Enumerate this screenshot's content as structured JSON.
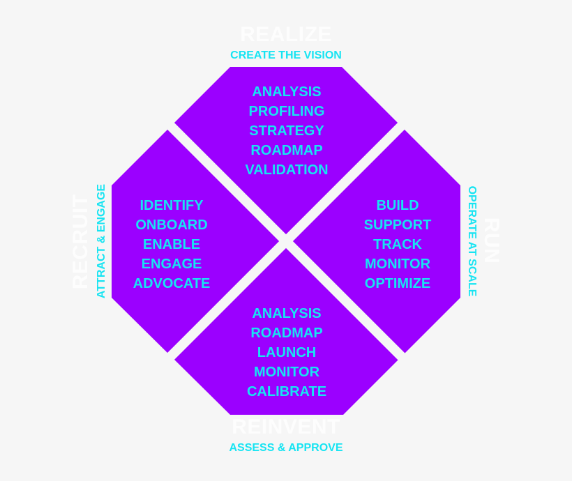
{
  "colors": {
    "background": "#f6f6f6",
    "segment_fill": "#9b00ff",
    "accent_text": "#17e4f2",
    "phase_title": "#fdfdfd"
  },
  "phases": {
    "top": {
      "title": "REALIZE",
      "subtitle": "CREATE THE VISION",
      "items": [
        "ANALYSIS",
        "PROFILING",
        "STRATEGY",
        "ROADMAP",
        "VALIDATION"
      ]
    },
    "left": {
      "title": "RECRUIT",
      "subtitle": "ATTRACT & ENGAGE",
      "items": [
        "IDENTIFY",
        "ONBOARD",
        "ENABLE",
        "ENGAGE",
        "ADVOCATE"
      ]
    },
    "right": {
      "title": "RUN",
      "subtitle": "OPERATE AT SCALE",
      "items": [
        "BUILD",
        "SUPPORT",
        "TRACK",
        "MONITOR",
        "OPTIMIZE"
      ]
    },
    "bottom": {
      "title": "REINVENT",
      "subtitle": "ASSESS & APPROVE",
      "items": [
        "ANALYSIS",
        "ROADMAP",
        "LAUNCH",
        "MONITOR",
        "CALIBRATE"
      ]
    }
  }
}
